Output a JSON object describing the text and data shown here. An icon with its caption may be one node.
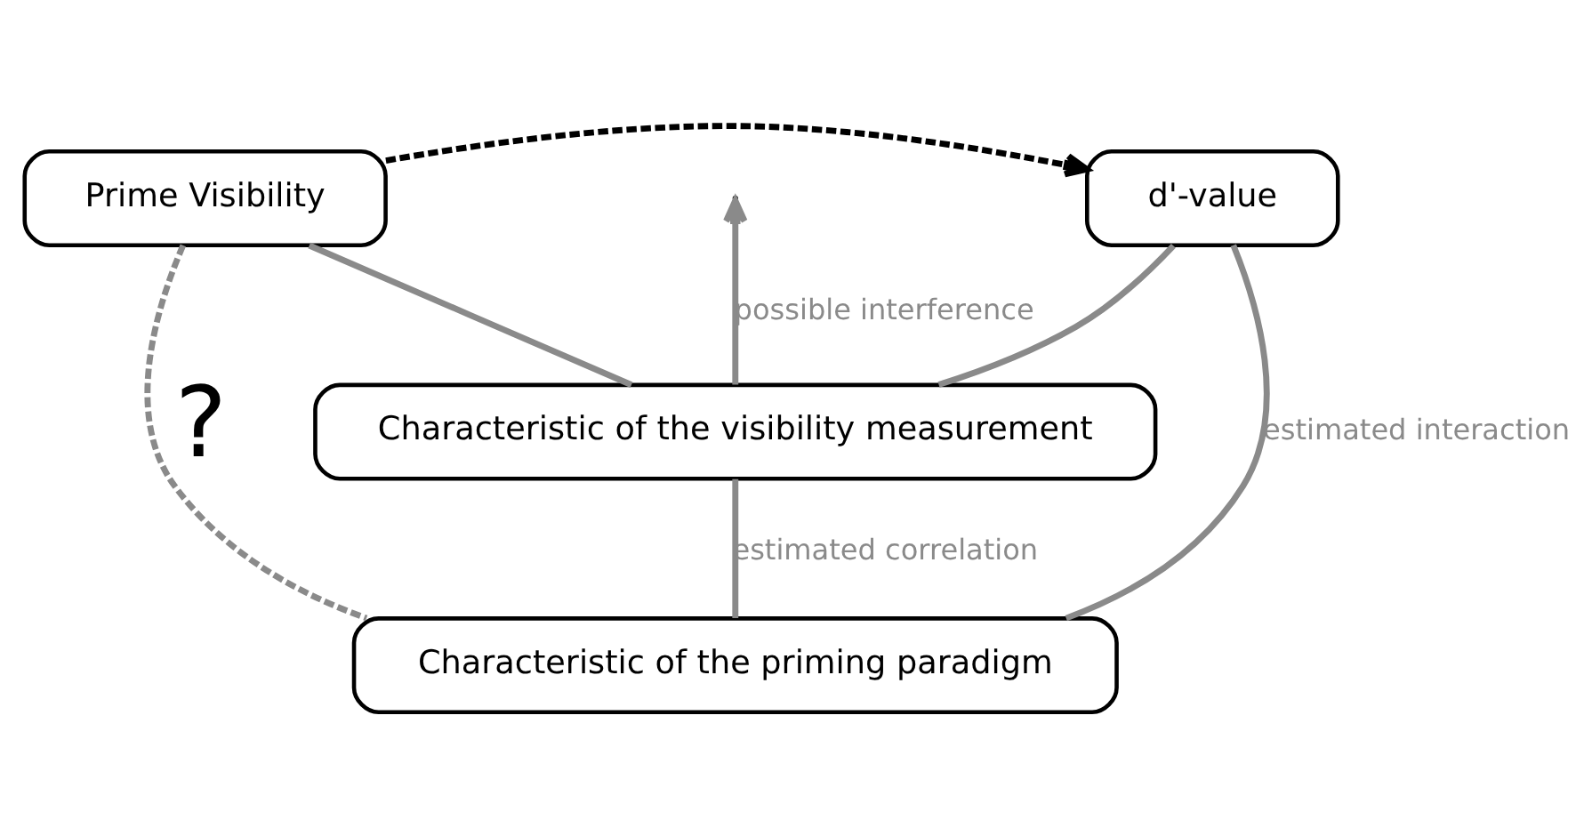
{
  "diagram": {
    "nodes": [
      {
        "text": [
          "Prime Visibility"
        ]
      },
      {
        "text": [
          "d'-value"
        ]
      },
      {
        "text": [
          "Characteristic of the visibility measurement"
        ]
      },
      {
        "text": [
          "Characteristic of the priming paradigm"
        ]
      }
    ],
    "edges": [
      {
        "from": 0,
        "to": 1,
        "arrow": "to",
        "style": "dashed",
        "color": "#000000"
      },
      {
        "from": 2,
        "to": null,
        "arrow": "to",
        "label": "possible interference"
      },
      {
        "from": 0,
        "to": 2,
        "arrow": "none"
      },
      {
        "from": 1,
        "to": 2,
        "arrow": "none"
      },
      {
        "from": 3,
        "to": 2,
        "arrow": "none",
        "label": "estimated correlation"
      },
      {
        "from": 3,
        "to": 1,
        "arrow": "none",
        "label": "estimated interaction"
      },
      {
        "from": 3,
        "to": 0,
        "arrow": "none",
        "style": "dashed",
        "label": "?"
      }
    ]
  }
}
